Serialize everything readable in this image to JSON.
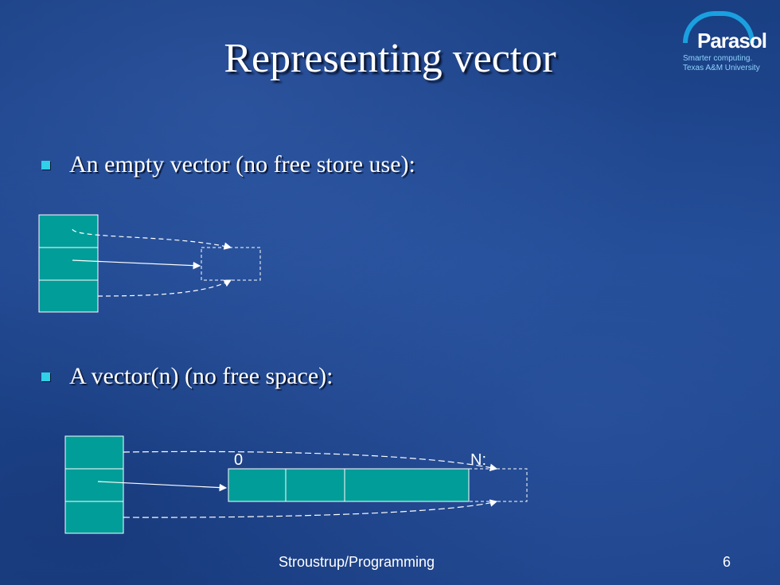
{
  "slide": {
    "title": "Representing vector",
    "bullets": [
      "An empty vector (no free store use):",
      "A vector(n) (no free space):"
    ],
    "diagram_labels": {
      "start_index": "0",
      "end_index": "N:"
    },
    "footer": "Stroustrup/Programming",
    "page_number": "6"
  },
  "logo": {
    "name": "Parasol",
    "tagline": "Smarter computing.",
    "institution": "Texas A&M University"
  },
  "colors": {
    "cell_fill": "#009d99",
    "cell_border": "#ffffff",
    "bullet_marker": "#2fd0e8",
    "text": "#ffffff"
  }
}
